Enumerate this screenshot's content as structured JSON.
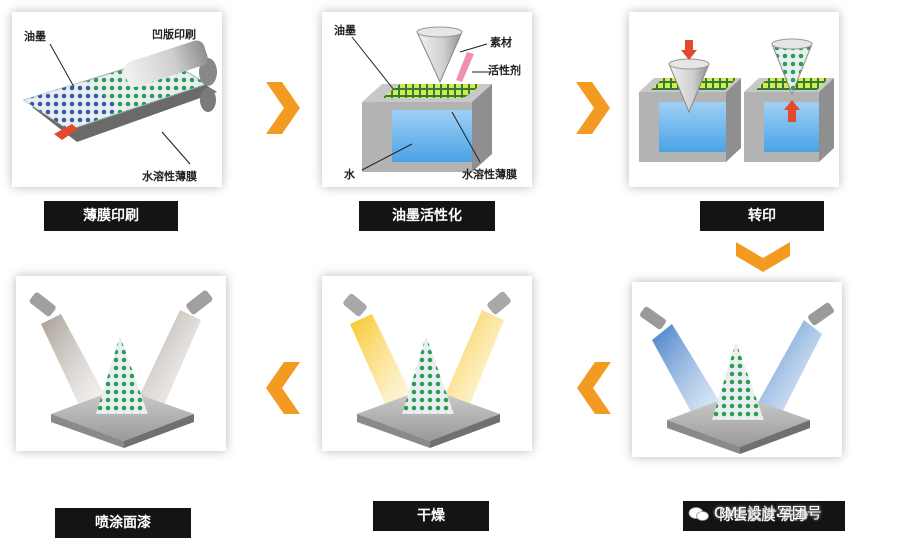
{
  "steps": [
    {
      "caption": "薄膜印刷",
      "labels": {
        "ink": "油墨",
        "gravure": "凹版印刷",
        "film": "水溶性薄膜"
      }
    },
    {
      "caption": "油墨活性化",
      "labels": {
        "ink": "油墨",
        "material": "素材",
        "activator": "活性剂",
        "water": "水",
        "film": "水溶性薄膜"
      }
    },
    {
      "caption": "转印"
    },
    {
      "caption": "除去胶膜·洗净"
    },
    {
      "caption": "干燥"
    },
    {
      "caption": "喷涂面漆"
    }
  ],
  "watermark": "CME设计军团号",
  "icons": [
    "chevron-right-icon",
    "chevron-down-icon",
    "chevron-left-icon",
    "wechat-icon"
  ],
  "colors": {
    "arrow": "#f39a21",
    "caption_bg": "#141414",
    "ink_blue": "#3555a8",
    "ink_green": "#2f9d4e",
    "wash": "#5a8fd0",
    "dry": "#f4c430",
    "paint": "#b5ada5"
  }
}
